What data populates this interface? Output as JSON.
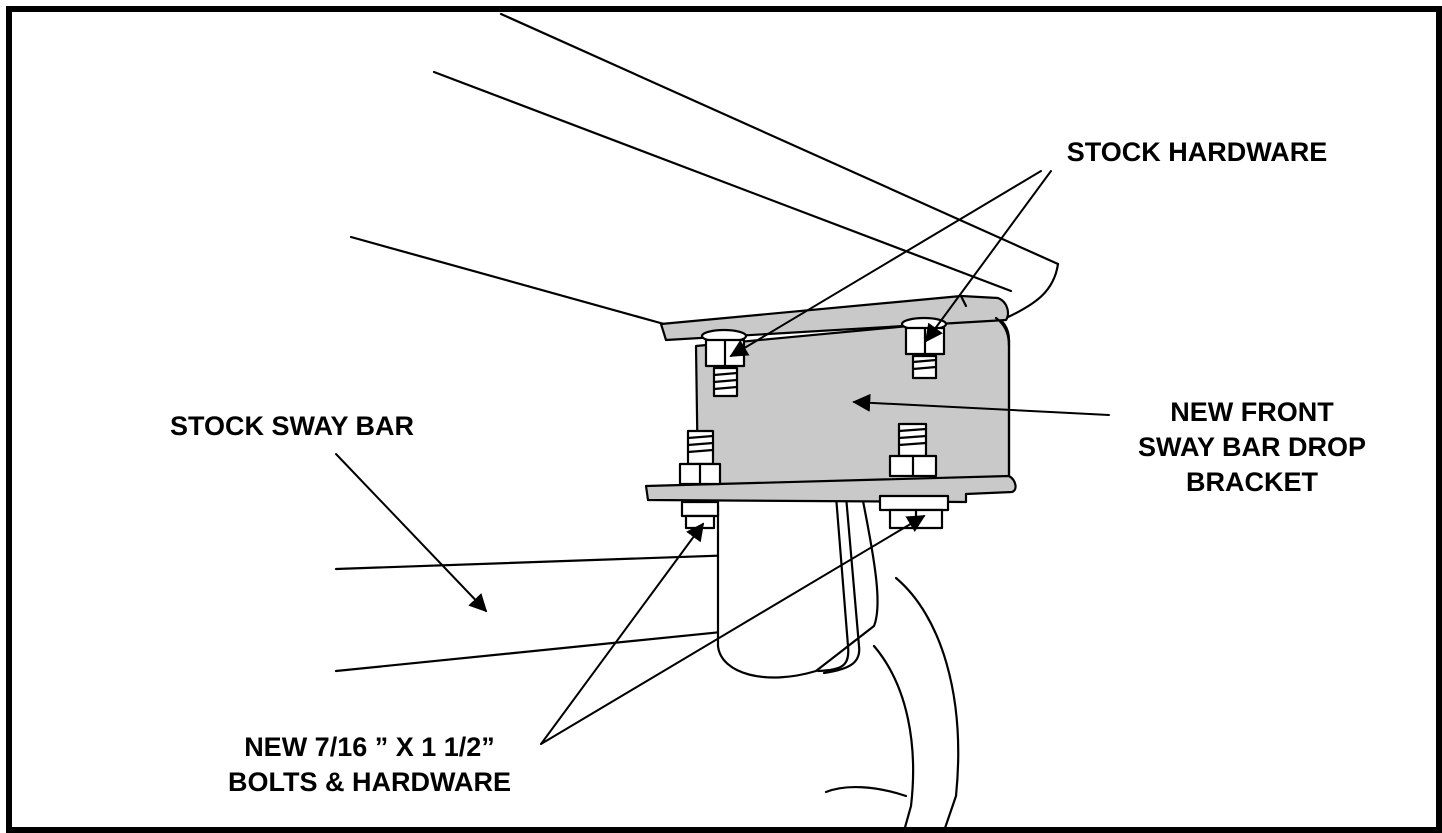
{
  "labels": {
    "stock_hardware": "STOCK HARDWARE",
    "stock_sway_bar": "STOCK SWAY BAR",
    "bracket": [
      "NEW FRONT",
      "SWAY BAR DROP",
      "BRACKET"
    ],
    "new_bolts": [
      "NEW 7/16 ” X 1 1/2”",
      "BOLTS & HARDWARE"
    ]
  },
  "colors": {
    "line": "#000000",
    "bracket_fill": "#c9c9c9",
    "background": "#ffffff"
  }
}
